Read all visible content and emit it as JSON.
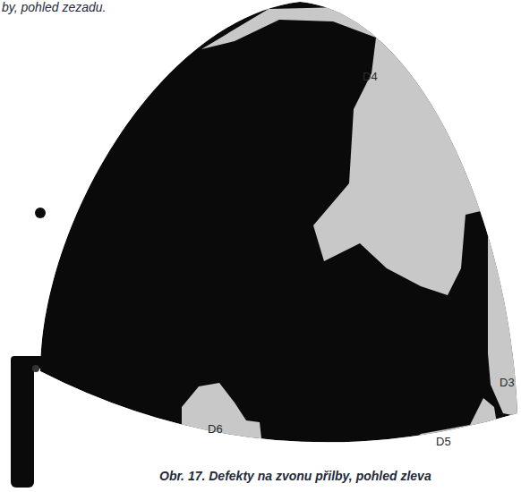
{
  "diagram": {
    "caption": "Obr. 17. Defekty na zvonu přilby, pohled zleva",
    "labels": [
      "by, pohled zezadu.",
      "D4",
      "D3",
      "D6",
      "D5"
    ]
  }
}
